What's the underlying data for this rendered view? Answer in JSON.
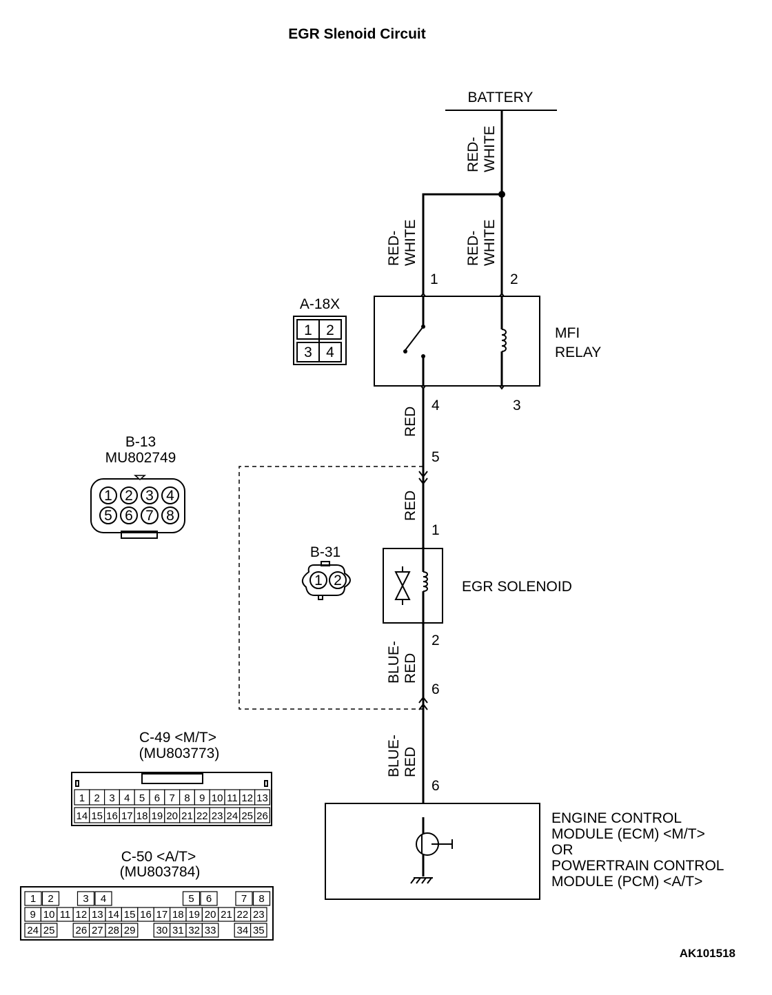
{
  "title": "EGR Slenoid Circuit",
  "battery": "BATTERY",
  "wires": {
    "red_white_top_1": "RED-",
    "red_white_top_2": "WHITE",
    "red_white_left_1": "RED-",
    "red_white_left_2": "WHITE",
    "red_white_right_1": "RED-",
    "red_white_right_2": "WHITE",
    "red_1": "RED",
    "red_2": "RED",
    "blue_red_1a": "BLUE-",
    "blue_red_1b": "RED",
    "blue_red_2a": "BLUE-",
    "blue_red_2b": "RED"
  },
  "pins": {
    "relay_1": "1",
    "relay_2": "2",
    "relay_4": "4",
    "relay_3": "3",
    "junction_5": "5",
    "sol_1": "1",
    "sol_2": "2",
    "junction_6": "6",
    "ecm_6": "6"
  },
  "relay": {
    "line1": "MFI",
    "line2": "RELAY"
  },
  "solenoid": "EGR SOLENOID",
  "ecm": {
    "line1": "ENGINE CONTROL",
    "line2": "MODULE (ECM) <M/T>",
    "line3": "OR",
    "line4": "POWERTRAIN CONTROL",
    "line5": "MODULE (PCM) <A/T>"
  },
  "connectors": {
    "a18x": {
      "label": "A-18X",
      "pins": [
        "1",
        "2",
        "3",
        "4"
      ]
    },
    "b13": {
      "label1": "B-13",
      "label2": "MU802749",
      "pins": [
        "1",
        "2",
        "3",
        "4",
        "5",
        "6",
        "7",
        "8"
      ]
    },
    "b31": {
      "label": "B-31",
      "pins": [
        "1",
        "2"
      ]
    },
    "c49": {
      "label1": "C-49 <M/T>",
      "label2": "(MU803773)",
      "row1": [
        "1",
        "2",
        "3",
        "4",
        "5",
        "6",
        "7",
        "8",
        "9",
        "10",
        "11",
        "12",
        "13"
      ],
      "row2": [
        "14",
        "15",
        "16",
        "17",
        "18",
        "19",
        "20",
        "21",
        "22",
        "23",
        "24",
        "25",
        "26"
      ]
    },
    "c50": {
      "label1": "C-50 <A/T>",
      "label2": "(MU803784)",
      "row1": [
        "1",
        "2",
        "",
        "3",
        "4",
        "",
        "",
        "",
        "",
        "5",
        "6",
        "",
        "7",
        "8"
      ],
      "row2": [
        "9",
        "10",
        "11",
        "12",
        "13",
        "14",
        "15",
        "16",
        "17",
        "18",
        "19",
        "20",
        "21",
        "22",
        "23"
      ],
      "row3": [
        "24",
        "25",
        "",
        "26",
        "27",
        "28",
        "29",
        "",
        "30",
        "31",
        "32",
        "33",
        "",
        "34",
        "35"
      ]
    }
  },
  "figure_code": "AK101518"
}
